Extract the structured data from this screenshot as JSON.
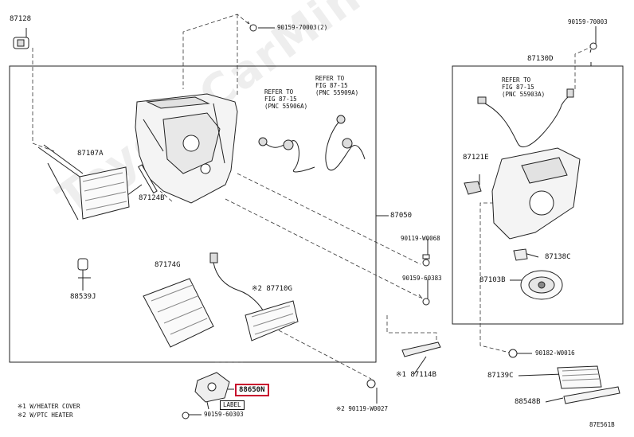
{
  "diagram": {
    "watermark": "ToyotaCarMine.ru",
    "figure_code": "87E561B",
    "highlighted_part": "88650N",
    "parts": {
      "p87128": "87128",
      "p90159_70003_2": "90159-70003(2)",
      "p90159_70003": "90159-70003",
      "p87130D": "87130D",
      "p87107A": "87107A",
      "p87124B": "87124B",
      "p87050": "87050",
      "p87121E": "87121E",
      "p90119_W0068": "90119-W0068",
      "p90159_60383": "90159-60383",
      "p87138C": "87138C",
      "p87103B": "87103B",
      "p87174G": "87174G",
      "p87710G": "※2 87710G",
      "p88539J": "88539J",
      "p87114B": "※1 87114B",
      "p90182_W0016": "90182-W0016",
      "p87139C": "87139C",
      "p88548B": "88548B",
      "p88650N": "88650N",
      "p90119_W0027": "※2 90119-W0027",
      "p90159_60303": "90159-60303",
      "label_tag": "LABEL"
    },
    "refer_notes": {
      "r1": "REFER TO\nFIG 87-15\n(PNC 55906A)",
      "r2": "REFER TO\nFIG 87-15\n(PNC 55909A)",
      "r3": "REFER TO\nFIG 87-15\n(PNC 55903A)"
    },
    "footnotes": {
      "note1": "※1 W/HEATER COVER",
      "note2": "※2 W/PTC HEATER"
    }
  }
}
